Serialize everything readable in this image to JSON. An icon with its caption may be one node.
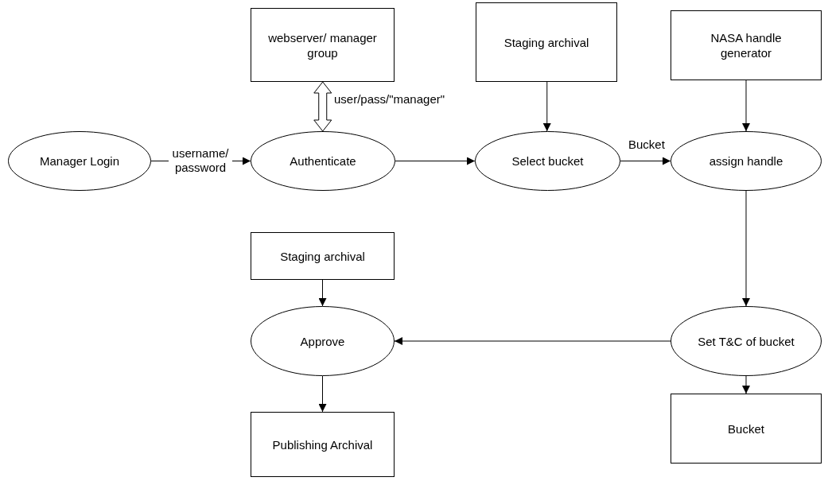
{
  "diagram": {
    "nodes": [
      {
        "text": [
          "webserver/ manager group"
        ]
      },
      {
        "text": [
          "Staging archival"
        ]
      },
      {
        "text": [
          "NASA handle generator"
        ]
      },
      {
        "text": [
          "Manager Login"
        ]
      },
      {
        "text": [
          "Authenticate"
        ]
      },
      {
        "text": [
          "Select bucket"
        ]
      },
      {
        "text": [
          "assign handle"
        ]
      },
      {
        "text": [
          "Staging archival"
        ]
      },
      {
        "text": [
          "Approve"
        ]
      },
      {
        "text": [
          "Set T&C of bucket"
        ]
      },
      {
        "text": [
          "Publishing Archival"
        ]
      },
      {
        "text": [
          "Bucket"
        ]
      }
    ],
    "edges": [
      {
        "from": 3,
        "to": 4,
        "arrow": "to",
        "label": "username/ password"
      },
      {
        "from": 0,
        "to": 4,
        "arrow": "both",
        "style": "thick",
        "label": "user/pass/\"manager\""
      },
      {
        "from": 4,
        "to": 5,
        "arrow": "to"
      },
      {
        "from": 1,
        "to": 5,
        "arrow": "to"
      },
      {
        "from": 5,
        "to": 6,
        "arrow": "to",
        "label": "Bucket"
      },
      {
        "from": 2,
        "to": 6,
        "arrow": "to"
      },
      {
        "from": 6,
        "to": 9,
        "arrow": "to"
      },
      {
        "from": 9,
        "to": 8,
        "arrow": "to"
      },
      {
        "from": 7,
        "to": 8,
        "arrow": "to"
      },
      {
        "from": 8,
        "to": 10,
        "arrow": "to"
      },
      {
        "from": 9,
        "to": 11,
        "arrow": "to"
      }
    ]
  }
}
